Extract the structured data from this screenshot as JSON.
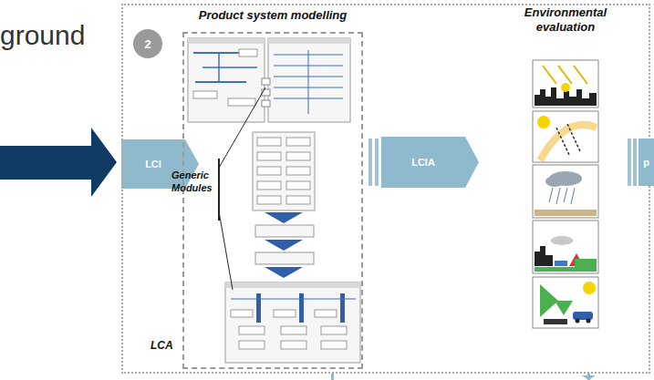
{
  "diagram": {
    "nodes": [
      {
        "text": [
          "2"
        ]
      },
      {
        "text": [
          "LCI"
        ]
      },
      {
        "text": [
          "LCA"
        ]
      },
      {
        "text": [
          "Product system modelling"
        ],
        "in": 2
      },
      {
        "text": [
          "LCIA"
        ],
        "in": 2
      },
      {
        "text": [
          "p"
        ]
      }
    ],
    "labels": [
      "ground",
      "Generic Modules",
      "Environmental evaluation"
    ]
  }
}
